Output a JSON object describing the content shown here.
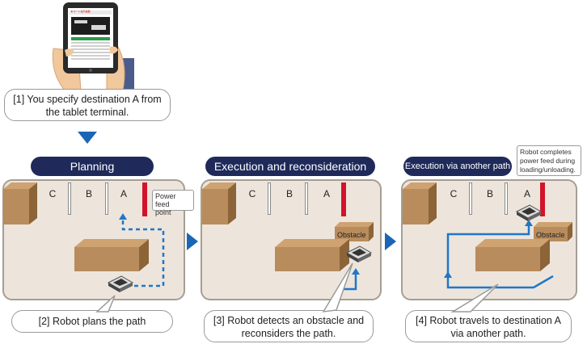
{
  "step1": {
    "text_line1": "[1] You specify destination A from",
    "text_line2": "the tablet terminal."
  },
  "tablet_screen_title": "■ カート指示画面",
  "panels": [
    {
      "title": "Planning",
      "bays": [
        "C",
        "B",
        "A"
      ],
      "annotation": {
        "line1": "Power feed",
        "line2": "point"
      },
      "callout": {
        "line1": "[2] Robot plans the path"
      }
    },
    {
      "title": "Execution and reconsideration",
      "bays": [
        "C",
        "B",
        "A"
      ],
      "obstacle_label": "Obstacle",
      "callout": {
        "line1": "[3] Robot detects an obstacle and",
        "line2": "reconsiders the path."
      }
    },
    {
      "title": "Execution via another path",
      "bays": [
        "C",
        "B",
        "A"
      ],
      "obstacle_label": "Obstacle",
      "annotation": {
        "line1": "Robot completes",
        "line2": "power feed during",
        "line3": "loading/unloading."
      },
      "callout": {
        "line1": "[4] Robot travels to destination A",
        "line2": "via another path."
      }
    }
  ],
  "colors": {
    "header": "#1f2a5a",
    "arrow": "#1a66b5",
    "path": "#1f77c9",
    "floor": "#ede5dc",
    "box": "#b88c5c",
    "power": "#d3132b"
  }
}
